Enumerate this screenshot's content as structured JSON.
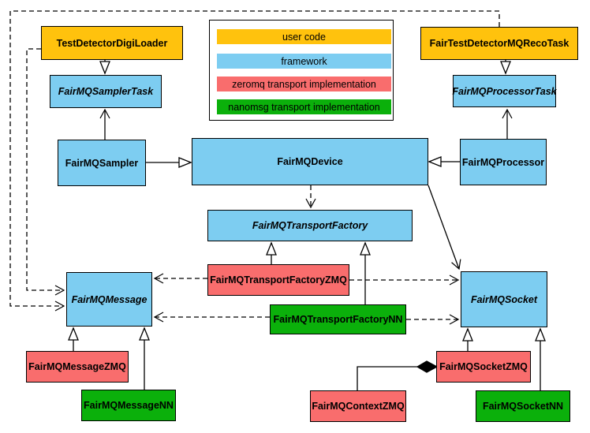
{
  "diagram": {
    "kind": "uml-class-diagram",
    "colors": {
      "user_code": "#FFC20D",
      "framework": "#7DCDF1",
      "zeromq": "#F96D6D",
      "nanomsg": "#0BB00B",
      "line": "#000000",
      "background": "#FFFFFF"
    },
    "legend": {
      "items": [
        {
          "label": "user code",
          "color": "#FFC20D"
        },
        {
          "label": "framework",
          "color": "#7DCDF1"
        },
        {
          "label": "zeromq transport implementation",
          "color": "#F96D6D"
        },
        {
          "label": "nanomsg transport implementation",
          "color": "#0BB00B"
        }
      ]
    },
    "nodes": {
      "test_detector_digi_loader": {
        "label": "TestDetectorDigiLoader",
        "category": "user code",
        "abstract": false
      },
      "fair_test_detector_mq_reco_task": {
        "label": "FairTestDetectorMQRecoTask",
        "category": "user code",
        "abstract": false
      },
      "fairmq_sampler_task": {
        "label": "FairMQSamplerTask",
        "category": "framework",
        "abstract": true
      },
      "fairmq_processor_task": {
        "label": "FairMQProcessorTask",
        "category": "framework",
        "abstract": true
      },
      "fairmq_sampler": {
        "label": "FairMQSampler",
        "category": "framework",
        "abstract": false
      },
      "fairmq_device": {
        "label": "FairMQDevice",
        "category": "framework",
        "abstract": false
      },
      "fairmq_processor": {
        "label": "FairMQProcessor",
        "category": "framework",
        "abstract": false
      },
      "fairmq_transport_factory": {
        "label": "FairMQTransportFactory",
        "category": "framework",
        "abstract": true
      },
      "fairmq_transport_factory_zmq": {
        "label": "FairMQTransportFactoryZMQ",
        "category": "zeromq",
        "abstract": false
      },
      "fairmq_transport_factory_nn": {
        "label": "FairMQTransportFactoryNN",
        "category": "nanomsg",
        "abstract": false
      },
      "fairmq_message": {
        "label": "FairMQMessage",
        "category": "framework",
        "abstract": true
      },
      "fairmq_socket": {
        "label": "FairMQSocket",
        "category": "framework",
        "abstract": true
      },
      "fairmq_message_zmq": {
        "label": "FairMQMessageZMQ",
        "category": "zeromq",
        "abstract": false
      },
      "fairmq_message_nn": {
        "label": "FairMQMessageNN",
        "category": "nanomsg",
        "abstract": false
      },
      "fairmq_context_zmq": {
        "label": "FairMQContextZMQ",
        "category": "zeromq",
        "abstract": false
      },
      "fairmq_socket_zmq": {
        "label": "FairMQSocketZMQ",
        "category": "zeromq",
        "abstract": false
      },
      "fairmq_socket_nn": {
        "label": "FairMQSocketNN",
        "category": "nanomsg",
        "abstract": false
      }
    },
    "edges": [
      {
        "from": "TestDetectorDigiLoader",
        "to": "FairMQSamplerTask",
        "type": "inheritance"
      },
      {
        "from": "FairTestDetectorMQRecoTask",
        "to": "FairMQProcessorTask",
        "type": "inheritance"
      },
      {
        "from": "FairMQSampler",
        "to": "FairMQDevice",
        "type": "inheritance"
      },
      {
        "from": "FairMQProcessor",
        "to": "FairMQDevice",
        "type": "inheritance"
      },
      {
        "from": "FairMQTransportFactoryZMQ",
        "to": "FairMQTransportFactory",
        "type": "inheritance"
      },
      {
        "from": "FairMQTransportFactoryNN",
        "to": "FairMQTransportFactory",
        "type": "inheritance"
      },
      {
        "from": "FairMQMessageZMQ",
        "to": "FairMQMessage",
        "type": "inheritance"
      },
      {
        "from": "FairMQMessageNN",
        "to": "FairMQMessage",
        "type": "inheritance"
      },
      {
        "from": "FairMQSocketZMQ",
        "to": "FairMQSocket",
        "type": "inheritance"
      },
      {
        "from": "FairMQSocketNN",
        "to": "FairMQSocket",
        "type": "inheritance"
      },
      {
        "from": "FairMQSampler",
        "to": "FairMQSamplerTask",
        "type": "association"
      },
      {
        "from": "FairMQProcessor",
        "to": "FairMQProcessorTask",
        "type": "association"
      },
      {
        "from": "FairMQDevice",
        "to": "FairMQSocket",
        "type": "association"
      },
      {
        "from": "FairMQDevice",
        "to": "FairMQTransportFactory",
        "type": "dependency"
      },
      {
        "from": "FairTestDetectorMQRecoTask",
        "to": "FairMQMessage",
        "type": "dependency"
      },
      {
        "from": "TestDetectorDigiLoader",
        "to": "FairMQMessage",
        "type": "dependency"
      },
      {
        "from": "FairMQTransportFactoryZMQ",
        "to": "FairMQMessage",
        "type": "dependency"
      },
      {
        "from": "FairMQTransportFactoryZMQ",
        "to": "FairMQSocket",
        "type": "dependency"
      },
      {
        "from": "FairMQTransportFactoryNN",
        "to": "FairMQMessage",
        "type": "dependency"
      },
      {
        "from": "FairMQTransportFactoryNN",
        "to": "FairMQSocket",
        "type": "dependency"
      },
      {
        "from": "FairMQContextZMQ",
        "to": "FairMQSocketZMQ",
        "type": "composition"
      }
    ]
  }
}
